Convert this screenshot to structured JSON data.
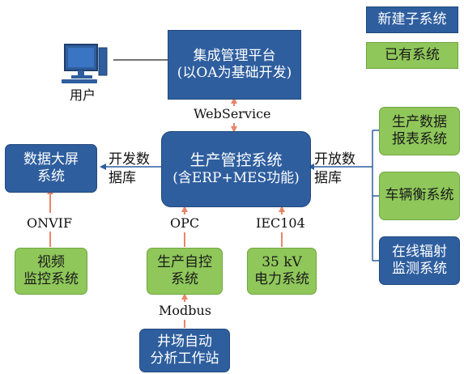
{
  "legend": {
    "new_system": "新建子系统",
    "existing_system": "已有系统"
  },
  "nodes": {
    "integration_platform": {
      "line1": "集成管理平台",
      "line2": "(以OA为基础开发)"
    },
    "user": "用户",
    "production_control": {
      "line1": "生产管控系统",
      "line2": "(含ERP+MES功能)"
    },
    "big_screen": {
      "line1": "数据大屏",
      "line2": "系统"
    },
    "video_monitor": {
      "line1": "视频",
      "line2": "监控系统"
    },
    "auto_control": {
      "line1": "生产自控",
      "line2": "系统"
    },
    "power_system": {
      "line1": "35 kV",
      "line2": "电力系统"
    },
    "well_station": {
      "line1": "井场自动",
      "line2": "分析工作站"
    },
    "report_system": {
      "line1": "生产数据",
      "line2": "报表系统"
    },
    "weighbridge": "车辆衡系统",
    "radiation_monitor": {
      "line1": "在线辐射",
      "line2": "监测系统"
    }
  },
  "links": {
    "webservice": "WebService",
    "open_db_left": {
      "line1": "开发数",
      "line2": "据库"
    },
    "open_db_right": {
      "line1": "开放数",
      "line2": "据库"
    },
    "onvif": "ONVIF",
    "opc": "OPC",
    "iec104": "IEC104",
    "modbus": "Modbus"
  },
  "colors": {
    "new_system": "#2e5e9e",
    "existing_system": "#8fc75a",
    "arrow": "#e8866a",
    "connector": "#2e5e9e"
  }
}
